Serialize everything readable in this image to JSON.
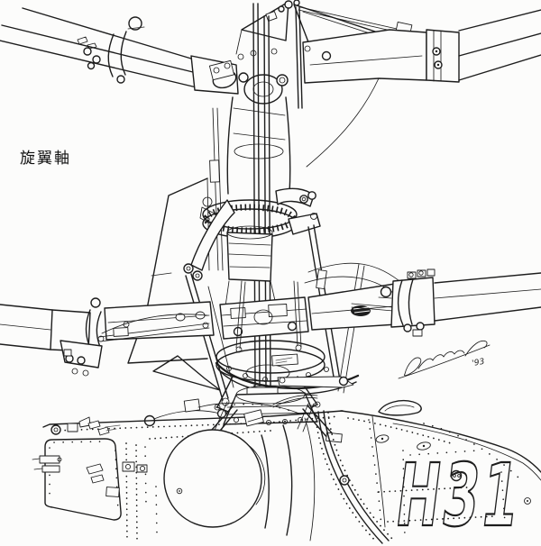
{
  "artwork": {
    "label_rotor_shaft": "旋翼軸",
    "fuselage_code": "H31",
    "signature_year": "'93"
  },
  "colors": {
    "ink": "#1d1d1d",
    "paper": "#fcfcfb"
  },
  "icons": {
    "subject": "coaxial-rotor-head-drawing"
  }
}
